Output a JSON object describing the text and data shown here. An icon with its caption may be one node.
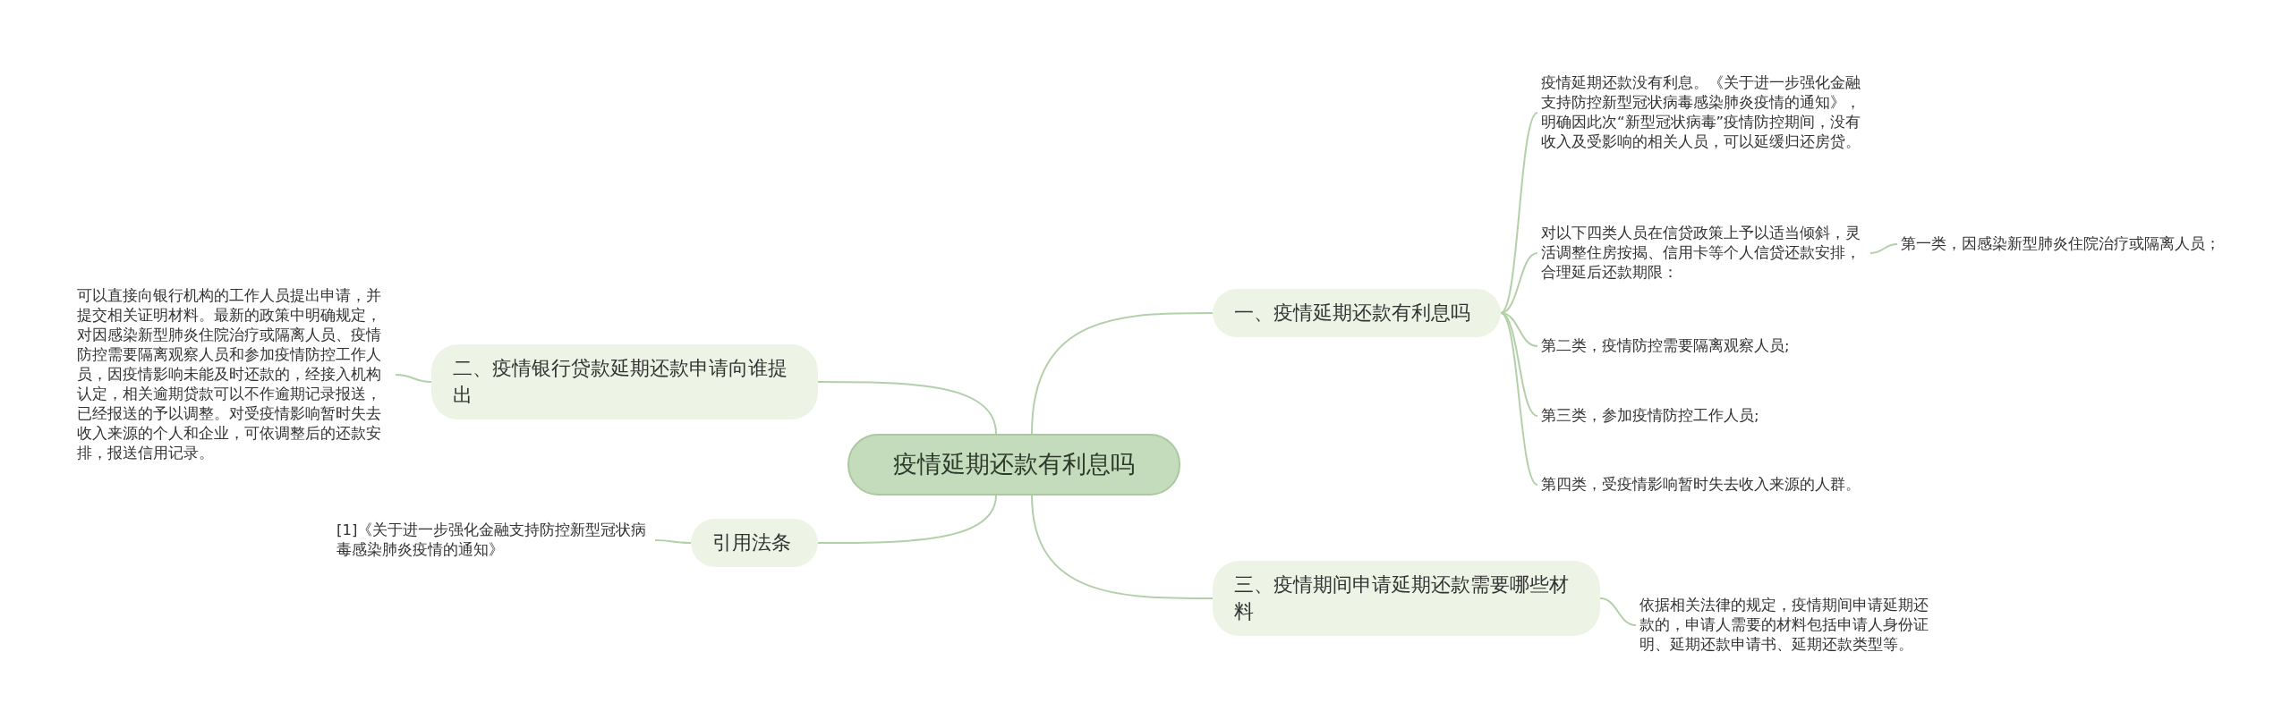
{
  "diagram": {
    "nodes": [
      {
        "text": [
          "疫情延期还款有利息吗"
        ]
      },
      {
        "text": [
          "一、疫情延期还款有利息吗"
        ]
      },
      {
        "text": [
          "疫情延期还款没有利息。《关于进一步强化金融支持防控新型冠状病毒感染肺炎疫情的通知》，明确因此次“新型冠状病毒”疫情防控期间，没有收入及受影响的相关人员，可以延缓归还房贷。"
        ]
      },
      {
        "text": [
          "对以下四类人员在信贷政策上予以适当倾斜，灵活调整住房按揭、信用卡等个人信贷还款安排，合理延后还款期限："
        ]
      },
      {
        "text": [
          "第一类，因感染新型肺炎住院治疗或隔离人员；"
        ]
      },
      {
        "text": [
          "第二类，疫情防控需要隔离观察人员;"
        ]
      },
      {
        "text": [
          "第三类，参加疫情防控工作人员;"
        ]
      },
      {
        "text": [
          "第四类，受疫情影响暂时失去收入来源的人群。"
        ]
      },
      {
        "text": [
          "二、疫情银行贷款延期还款申请向谁提出"
        ]
      },
      {
        "text": [
          "可以直接向银行机构的工作人员提出申请，并提交相关证明材料。最新的政策中明确规定，对因感染新型肺炎住院治疗或隔离人员、疫情防控需要隔离观察人员和参加疫情防控工作人员，因疫情影响未能及时还款的，经接入机构认定，相关逾期贷款可以不作逾期记录报送，已经报送的予以调整。对受疫情影响暂时失去收入来源的个人和企业，可依调整后的还款安排，报送信用记录。"
        ]
      },
      {
        "text": [
          "引用法条"
        ]
      },
      {
        "text": [
          "[1]《关于进一步强化金融支持防控新型冠状病毒感染肺炎疫情的通知》"
        ]
      },
      {
        "text": [
          "三、疫情期间申请延期还款需要哪些材料"
        ]
      },
      {
        "text": [
          "依据相关法律的规定，疫情期间申请延期还款的，申请人需要的材料包括申请人身份证明、延期还款申请书、延期还款类型等。"
        ]
      }
    ],
    "edges": [
      {
        "from": 0,
        "to": 1,
        "arrow": "none"
      },
      {
        "from": 1,
        "to": 2,
        "arrow": "none"
      },
      {
        "from": 1,
        "to": 3,
        "arrow": "none"
      },
      {
        "from": 3,
        "to": 4,
        "arrow": "none"
      },
      {
        "from": 1,
        "to": 5,
        "arrow": "none"
      },
      {
        "from": 1,
        "to": 6,
        "arrow": "none"
      },
      {
        "from": 1,
        "to": 7,
        "arrow": "none"
      },
      {
        "from": 0,
        "to": 8,
        "arrow": "none"
      },
      {
        "from": 8,
        "to": 9,
        "arrow": "none"
      },
      {
        "from": 0,
        "to": 10,
        "arrow": "none"
      },
      {
        "from": 10,
        "to": 11,
        "arrow": "none"
      },
      {
        "from": 0,
        "to": 12,
        "arrow": "none"
      },
      {
        "from": 12,
        "to": 13,
        "arrow": "none"
      }
    ]
  }
}
